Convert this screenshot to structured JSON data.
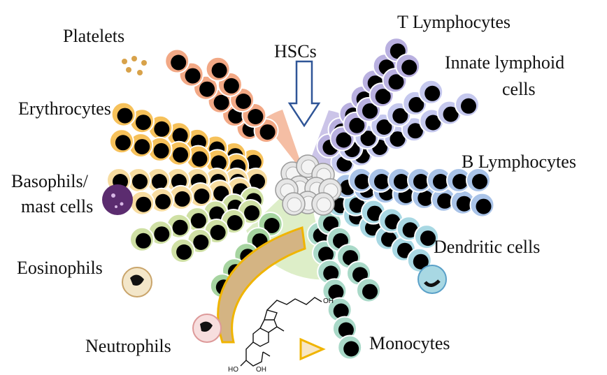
{
  "diagram": {
    "center_label": "HSCs",
    "lineages": [
      {
        "id": "platelets",
        "label": "Platelets",
        "color": "#f2a885"
      },
      {
        "id": "erythrocytes",
        "label": "Erythrocytes",
        "color": "#f6c15a"
      },
      {
        "id": "basophils",
        "label_lines": [
          "Basophils/",
          "mast cells"
        ],
        "color": "#f7dca0"
      },
      {
        "id": "eosinophils",
        "label": "Eosinophils",
        "color": "#cfe0a4"
      },
      {
        "id": "neutrophils",
        "label": "Neutrophils",
        "color": "#a6d4a0"
      },
      {
        "id": "monocytes",
        "label": "Monocytes",
        "color": "#a9d9c8"
      },
      {
        "id": "dendritic",
        "label": "Dendritic cells",
        "color": "#a8d8e3"
      },
      {
        "id": "b_lymphocytes",
        "label": "B Lymphocytes",
        "color": "#a9c3e8"
      },
      {
        "id": "innate_lymphoid",
        "label_lines": [
          "Innate lymphoid",
          "cells"
        ],
        "color": "#c5c8ee"
      },
      {
        "id": "t_lymphocytes",
        "label": "T Lymphocytes",
        "color": "#b9b0e0"
      }
    ],
    "molecule_labels": [
      "OH",
      "HO",
      "OH"
    ],
    "colors": {
      "hsc_fill": "#e6e6e6",
      "nucleus": "#000000",
      "arrow_fill": "#d4b483",
      "arrow_outline": "#f0b400",
      "hsc_arrow": "#2f5597"
    }
  }
}
